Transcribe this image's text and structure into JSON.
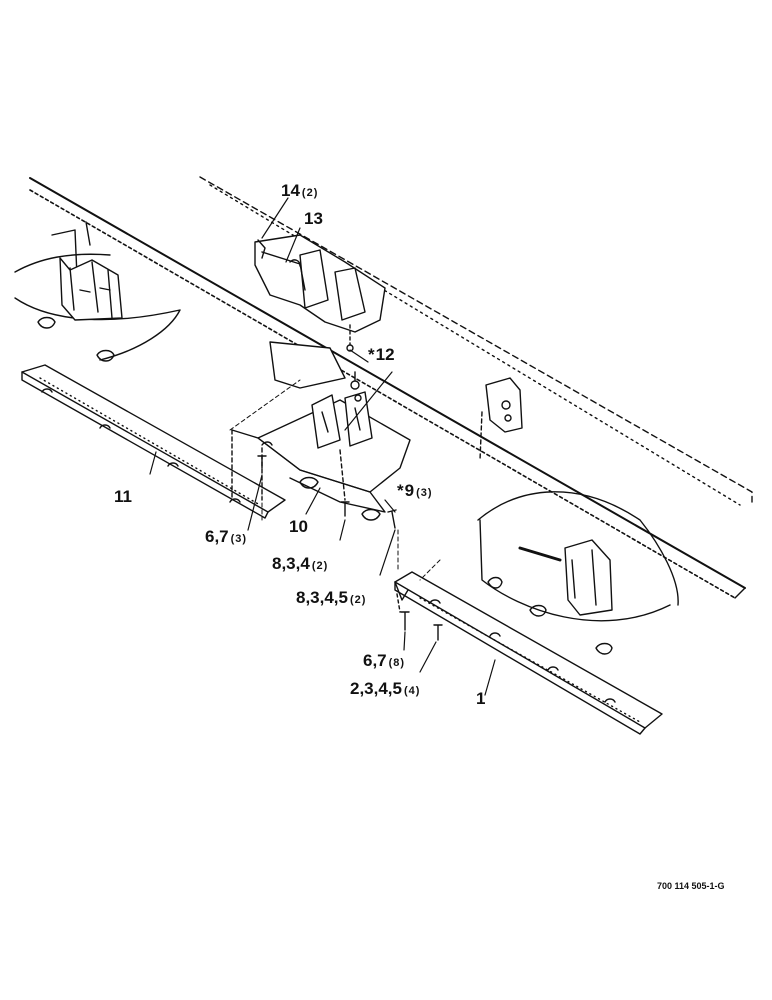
{
  "callouts": {
    "c14": {
      "num": "14",
      "qty": "(2)"
    },
    "c13": {
      "num": "13",
      "qty": ""
    },
    "c12": {
      "prefix": "*",
      "num": "12",
      "qty": ""
    },
    "c11": {
      "num": "11",
      "qty": ""
    },
    "c10": {
      "num": "10",
      "qty": ""
    },
    "c9": {
      "prefix": "*",
      "num": "9",
      "qty": "(3)"
    },
    "c67a": {
      "num": "6,7",
      "qty": "(3)"
    },
    "c834": {
      "num": "8,3,4",
      "qty": "(2)"
    },
    "c8345": {
      "num": "8,3,4,5",
      "qty": "(2)"
    },
    "c67b": {
      "num": "6,7",
      "qty": "(8)"
    },
    "c2345": {
      "num": "2,3,4,5",
      "qty": "(4)"
    },
    "c1": {
      "num": "1",
      "qty": ""
    }
  },
  "figure_id": "700 114 505-1-G",
  "colors": {
    "ink": "#111111",
    "paper": "#ffffff"
  }
}
